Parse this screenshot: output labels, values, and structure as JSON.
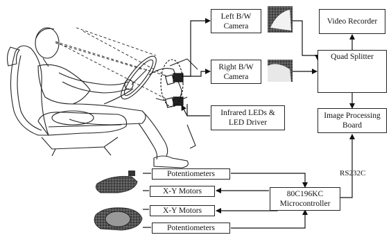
{
  "boxes": {
    "left_camera": "Left B/W\nCamera",
    "right_camera": "Right B/W\nCamera",
    "video_recorder": "Video Recorder",
    "quad_splitter": "Quad Splitter",
    "infrared_leds": "Infrared LEDs &\nLED Driver",
    "image_processing": "Image Processing\nBoard",
    "potentiometers_top": "Potentiometers",
    "xy_motors_top": "X-Y Motors",
    "microcontroller": "80C196KC\nMicrocontroller",
    "xy_motors_bottom": "X-Y Motors",
    "potentiometers_bottom": "Potentiometers"
  },
  "link_label": "RS232C"
}
